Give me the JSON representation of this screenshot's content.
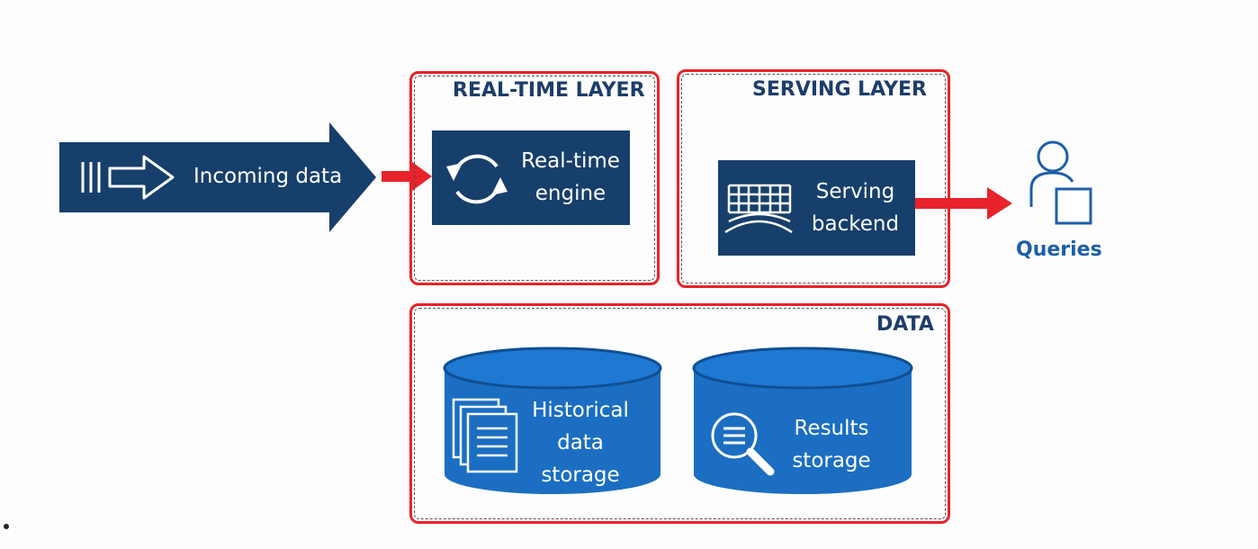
{
  "incoming": {
    "label": "Incoming data",
    "arrow_color": "#173f6b"
  },
  "realtime_layer": {
    "title": "REAL-TIME LAYER",
    "engine_line1": "Real-time",
    "engine_line2": "engine"
  },
  "serving_layer": {
    "title": "SERVING LAYER",
    "backend_line1": "Serving",
    "backend_line2": "backend"
  },
  "data_layer": {
    "title": "DATA",
    "historical_line1": "Historical",
    "historical_line2": "data",
    "historical_line3": "storage",
    "results_line1": "Results",
    "results_line2": "storage"
  },
  "queries": {
    "label": "Queries"
  },
  "colors": {
    "navy": "#173f6b",
    "frame_red": "#e8232a",
    "cylinder_blue": "#1b6ec2",
    "title_navy": "#1d3d6b",
    "queries_blue": "#1d5fa8"
  },
  "icons": [
    "input-stream-icon",
    "refresh-cycle-icon",
    "grid-dome-icon",
    "user-query-icon",
    "documents-icon",
    "magnifier-icon"
  ]
}
